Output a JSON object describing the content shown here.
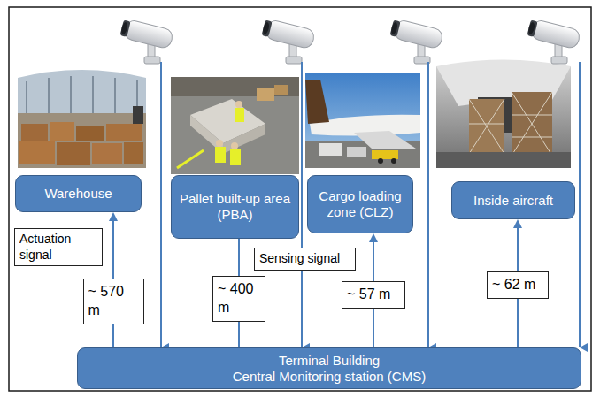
{
  "diagram": {
    "nodes": [
      {
        "text": [
          "Warehouse"
        ]
      },
      {
        "text": [
          "Pallet built-up area (PBA)"
        ]
      },
      {
        "text": [
          "Cargo loading zone (CLZ)"
        ]
      },
      {
        "text": [
          "Inside aircraft"
        ]
      },
      {
        "text": [
          "Actuation signal"
        ]
      },
      {
        "text": [
          "Sensing signal"
        ]
      },
      {
        "text": [
          "Terminal Building",
          "Central Monitoring station (CMS)"
        ]
      }
    ],
    "edges": [
      {
        "from": 6,
        "to": 0,
        "arrow": "to",
        "label": "~ 570 m"
      },
      {
        "from": 6,
        "to": 1,
        "arrow": "none",
        "label": "~ 400 m"
      },
      {
        "from": 6,
        "to": 2,
        "arrow": "to",
        "label": "~ 57 m"
      },
      {
        "from": 6,
        "to": 3,
        "arrow": "to",
        "label": "~ 62 m"
      }
    ]
  }
}
